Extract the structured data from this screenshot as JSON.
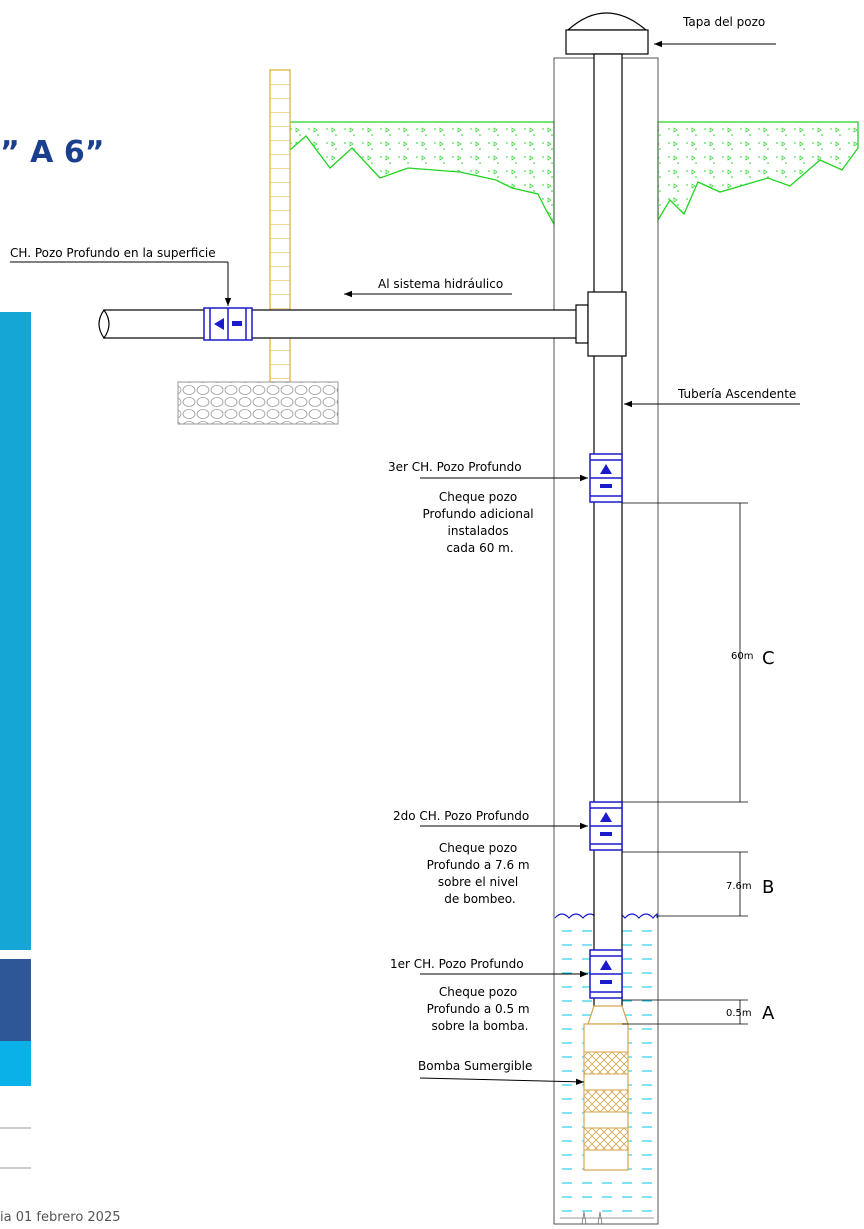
{
  "header": {
    "title_fragment": "” A 6”"
  },
  "labels": {
    "cap": "Tapa del pozo",
    "surface_valve": "CH. Pozo Profundo en la superficie",
    "to_system": "Al sistema hidráulico",
    "riser": "Tubería Ascendente",
    "valve3": "3er CH. Pozo Profundo",
    "valve3_note": [
      "Cheque pozo",
      "Profundo adicional",
      "instalados",
      "cada 60 m."
    ],
    "valve2": "2do CH. Pozo Profundo",
    "valve2_note": [
      "Cheque pozo",
      "Profundo a 7.6 m",
      "sobre el nivel",
      "de bombeo."
    ],
    "valve1": "1er CH. Pozo Profundo",
    "valve1_note": [
      "Cheque pozo",
      "Profundo a 0.5 m",
      "sobre la bomba."
    ],
    "pump": "Bomba Sumergible"
  },
  "dimensions": {
    "c": {
      "value": "60m",
      "letter": "C"
    },
    "b": {
      "value": "7.6m",
      "letter": "B"
    },
    "a": {
      "value": "0.5m",
      "letter": "A"
    }
  },
  "footer": {
    "date_fragment": "ia 01 febrero 2025"
  },
  "colors": {
    "title": "#1a3f8f",
    "sidebar_cyan": "#16a6d6",
    "sidebar_navy": "#2e5797",
    "sidebar_light": "#0ab0e8",
    "ground_green": "#22d422",
    "wall_yellow": "#e0b030",
    "water": "#00c8e8",
    "valve_blue": "#1a1acc"
  }
}
